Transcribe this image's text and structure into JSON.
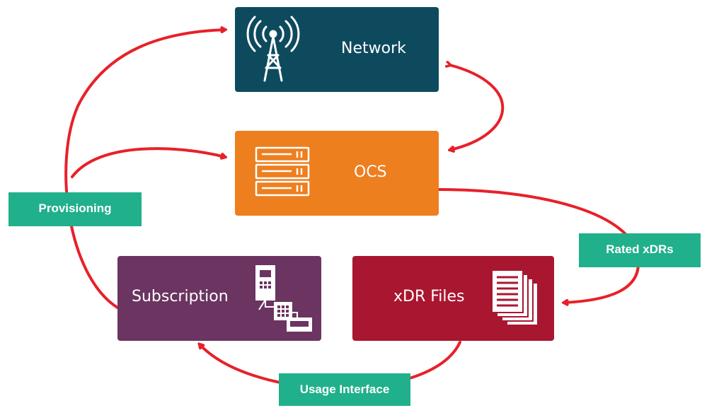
{
  "nodes": {
    "network": {
      "label": "Network",
      "color": "#0e4a5e",
      "icon": "antenna-tower-icon"
    },
    "ocs": {
      "label": "OCS",
      "color": "#ee7f1f",
      "icon": "server-rack-icon"
    },
    "subscription": {
      "label": "Subscription",
      "color": "#6b3461",
      "icon": "telephone-network-icon"
    },
    "xdr_files": {
      "label": "xDR Files",
      "color": "#a9162f",
      "icon": "document-stack-icon"
    }
  },
  "edge_labels": {
    "provisioning": "Provisioning",
    "rated_xdrs": "Rated xDRs",
    "usage_interface": "Usage Interface"
  },
  "colors": {
    "arrow": "#e8202a",
    "tag": "#20b08b"
  }
}
